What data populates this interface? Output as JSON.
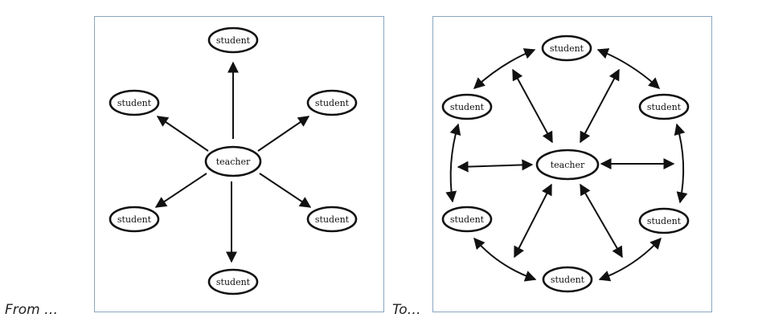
{
  "captions": {
    "from": "From …",
    "to": "To…"
  },
  "diagram_from": {
    "center": "teacher",
    "nodes": [
      "student",
      "student",
      "student",
      "student",
      "student",
      "student"
    ]
  },
  "diagram_to": {
    "center": "teacher",
    "nodes": [
      "student",
      "student",
      "student",
      "student",
      "student",
      "student"
    ]
  },
  "colors": {
    "panel_border": "#8aa6bf",
    "ink": "#111111"
  }
}
